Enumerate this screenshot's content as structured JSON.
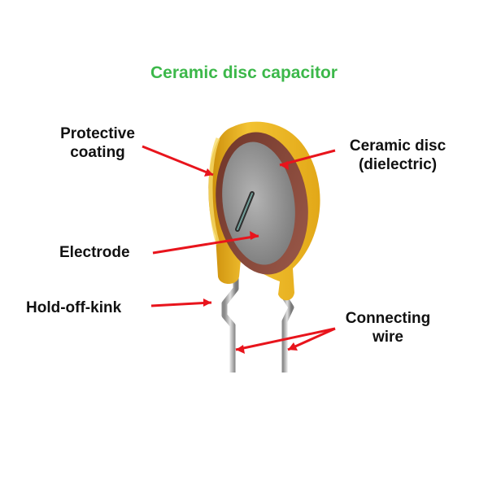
{
  "title": "Ceramic disc capacitor",
  "labels": {
    "protective_coating": [
      "Protective",
      "coating"
    ],
    "ceramic_disc": [
      "Ceramic disc",
      "(dielectric)"
    ],
    "electrode": "Electrode",
    "hold_off_kink": "Hold-off-kink",
    "connecting_wire": [
      "Connecting",
      "wire"
    ]
  },
  "colors": {
    "title": "#3cb84a",
    "arrow": "#e8141c",
    "coating": "#e8b21e",
    "ceramic": "#8a4a3c",
    "electrode": "#9a9a9a",
    "wire": "#b8b8b8"
  }
}
